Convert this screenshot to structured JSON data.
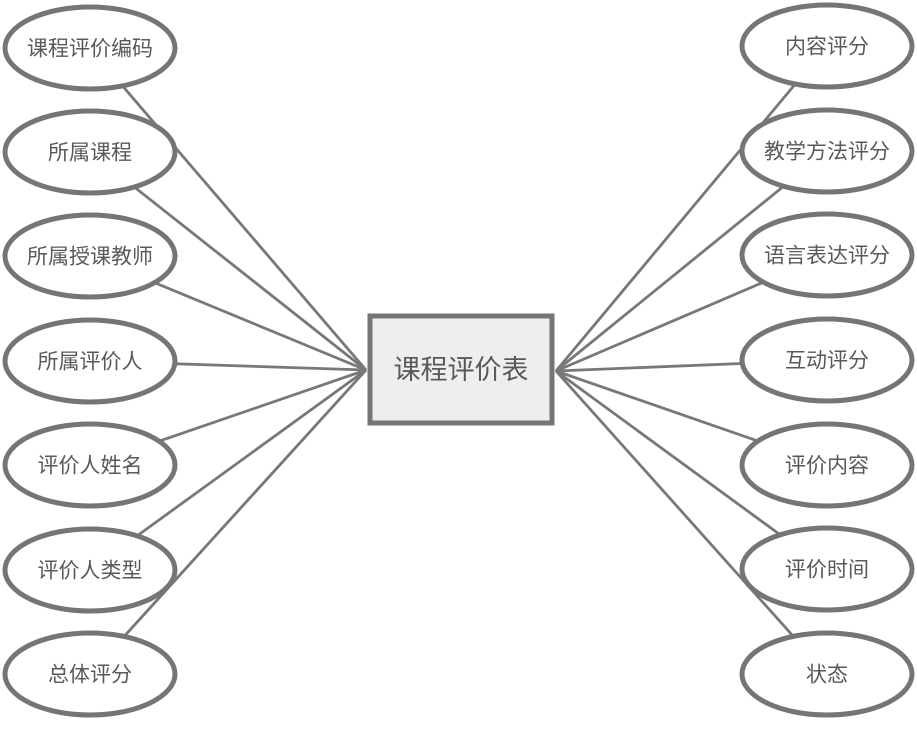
{
  "diagram": {
    "type": "er-attribute-diagram",
    "center": {
      "label": "课程评价表",
      "shape": "rectangle"
    },
    "left_attributes": [
      {
        "label": "课程评价编码"
      },
      {
        "label": "所属课程"
      },
      {
        "label": "所属授课教师"
      },
      {
        "label": "所属评价人"
      },
      {
        "label": "评价人姓名"
      },
      {
        "label": "评价人类型"
      },
      {
        "label": "总体评分"
      }
    ],
    "right_attributes": [
      {
        "label": "内容评分"
      },
      {
        "label": "教学方法评分"
      },
      {
        "label": "语言表达评分"
      },
      {
        "label": "互动评分"
      },
      {
        "label": "评价内容"
      },
      {
        "label": "评价时间"
      },
      {
        "label": "状态"
      }
    ],
    "connector_count": 14,
    "colors": {
      "shape_stroke": "#757575",
      "connector_stroke": "#787878",
      "label_text": "#595959",
      "entity_fill": "#eeeeee",
      "attribute_fill": "#ffffff",
      "background": "#ffffff"
    }
  }
}
